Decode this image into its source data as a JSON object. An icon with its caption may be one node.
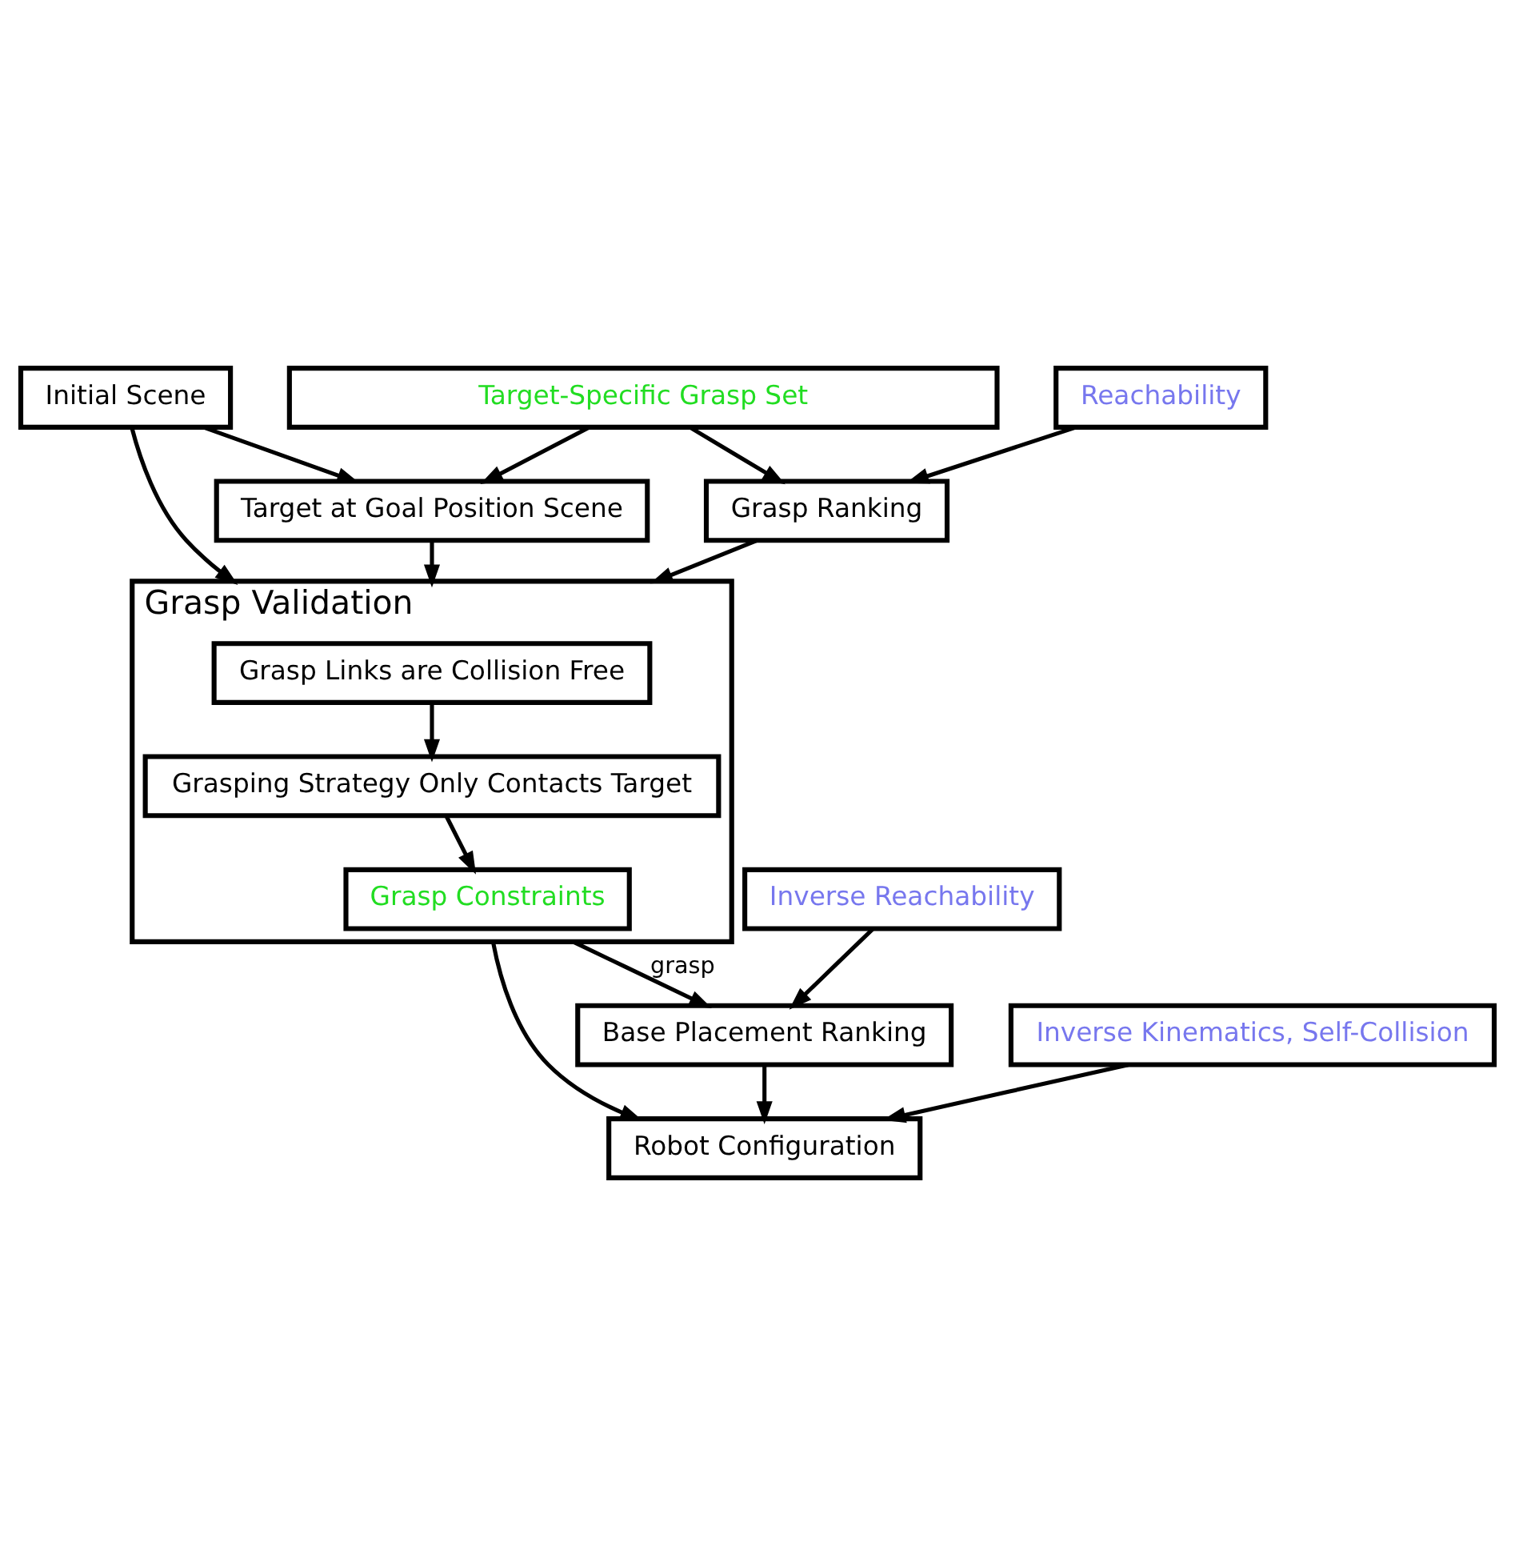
{
  "diagram": {
    "nodes": [
      {
        "text": [
          "Target-Specific Grasp Set"
        ]
      },
      {
        "text": [
          "Reachability"
        ]
      },
      {
        "text": [
          "Initial Scene"
        ]
      },
      {
        "text": [
          "Target at Goal Position Scene"
        ]
      },
      {
        "text": [
          "Grasp Ranking"
        ]
      },
      {
        "text": [
          "Grasp Validation"
        ]
      },
      {
        "text": [
          "Grasp Links are Collision Free"
        ],
        "in": 5
      },
      {
        "text": [
          "Grasping Strategy Only Contacts Target"
        ],
        "in": 5
      },
      {
        "text": [
          "Grasp Constraints"
        ],
        "in": 5
      },
      {
        "text": [
          "Inverse Reachability"
        ]
      },
      {
        "text": [
          "Base Placement Ranking"
        ]
      },
      {
        "text": [
          "Inverse Kinematics, Self-Collision"
        ]
      },
      {
        "text": [
          "Robot Configuration"
        ]
      }
    ],
    "edges": [
      {
        "from": 0,
        "to": 4,
        "arrow": "to"
      },
      {
        "from": 0,
        "to": 3,
        "arrow": "to"
      },
      {
        "from": 1,
        "to": 4,
        "arrow": "to"
      },
      {
        "from": 2,
        "to": 3,
        "arrow": "to"
      },
      {
        "from": 2,
        "to": 5,
        "arrow": "to"
      },
      {
        "from": 3,
        "to": 5,
        "arrow": "to"
      },
      {
        "from": 4,
        "to": 5,
        "arrow": "to"
      },
      {
        "from": 6,
        "to": 7,
        "arrow": "to"
      },
      {
        "from": 7,
        "to": 8,
        "arrow": "to"
      },
      {
        "from": 5,
        "to": 10,
        "arrow": "to",
        "label": "grasp"
      },
      {
        "from": 9,
        "to": 10,
        "arrow": "to"
      },
      {
        "from": 10,
        "to": 12,
        "arrow": "to"
      },
      {
        "from": 5,
        "to": 12,
        "arrow": "to"
      },
      {
        "from": 11,
        "to": 12,
        "arrow": "to"
      }
    ]
  }
}
